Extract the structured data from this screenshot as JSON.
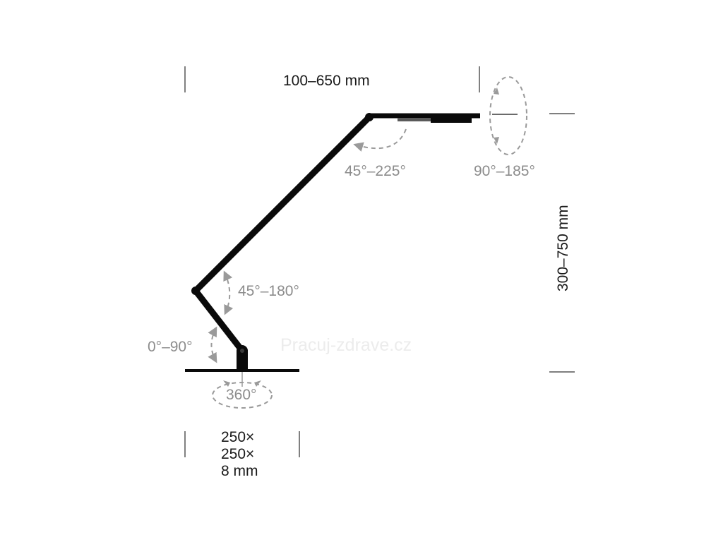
{
  "labels": {
    "reach": "100–650 mm",
    "height": "300–750 mm",
    "base_line1": "250×",
    "base_line2": "250×",
    "base_line3": "8 mm"
  },
  "angles": {
    "head_tilt": "45°–225°",
    "head_rotate": "90°–185°",
    "elbow": "45°–180°",
    "lower_arm": "0°–90°",
    "base_rotate": "360°"
  },
  "watermark": "Pracuj-zdrave.cz",
  "colors": {
    "lamp": "#0a0a0a",
    "dimension_text": "#1a1a1a",
    "angle_text": "#8c8c8c",
    "dashed_arrows": "#9a9a9a"
  }
}
